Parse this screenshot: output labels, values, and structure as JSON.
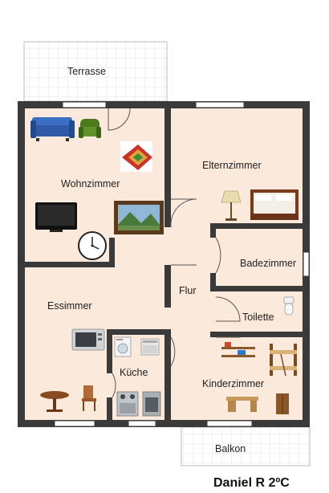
{
  "colors": {
    "floor": "#fbe9dc",
    "wall": "#3a3a3a",
    "grid_line": "#e4e4e4",
    "window": "#ffffff",
    "door_line": "#555555"
  },
  "rooms": {
    "terrasse": "Terrasse",
    "wohnzimmer": "Wohnzimmer",
    "elternzimmer": "Elternzimmer",
    "badezimmer": "Badezimmer",
    "flur": "Flur",
    "essimmer": "Essimmer",
    "toilette": "Toilette",
    "kueche": "Küche",
    "kinderzimmer": "Kinderzimmer",
    "balkon": "Balkon"
  },
  "author": "Daniel R 2ºC",
  "furniture_icons": [
    "sofa-icon",
    "armchair-icon",
    "rug-icon",
    "tv-icon",
    "landscape-painting-icon",
    "wall-clock-icon",
    "floor-lamp-icon",
    "double-bed-icon",
    "microwave-icon",
    "washing-machine-icon",
    "dishwasher-icon",
    "stove-icon",
    "oven-icon",
    "round-table-icon",
    "wooden-chair-icon",
    "shelf-icon",
    "bunk-bed-icon",
    "desk-icon",
    "cabinet-icon",
    "toilet-icon"
  ]
}
